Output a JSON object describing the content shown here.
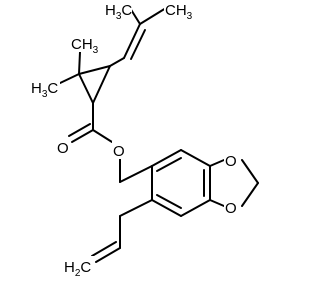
{
  "molecule": {
    "labels": {
      "methyl_top_left": {
        "main": "H",
        "sub": "3",
        "tail": "C"
      },
      "methyl_top_right": {
        "main": "CH",
        "sub": "3"
      },
      "methyl_gem_a": {
        "main": "CH",
        "sub": "3"
      },
      "methyl_gem_b": {
        "main": "H",
        "sub": "3",
        "tail": "C"
      },
      "carbonyl_oxygen": "O",
      "ester_oxygen": "O",
      "dioxole_oxygen_top": "O",
      "dioxole_oxygen_bottom": "O",
      "vinyl_terminal": {
        "main": "H",
        "sub": "2",
        "tail": "C"
      }
    }
  }
}
